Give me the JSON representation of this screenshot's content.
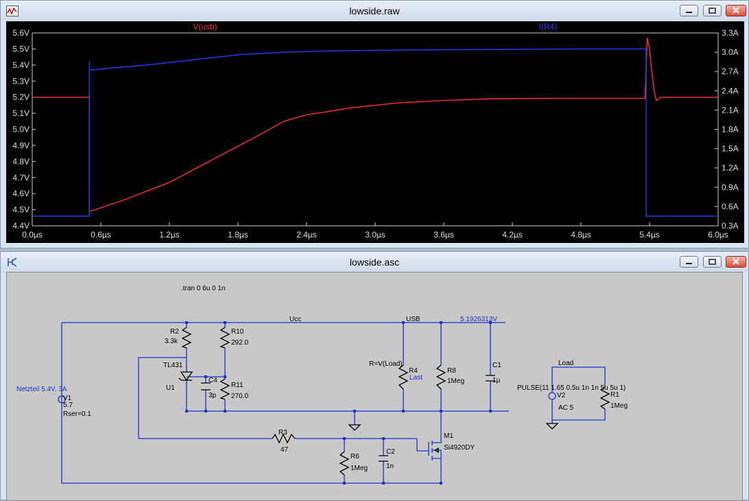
{
  "waveform_window": {
    "title": "lowside.raw",
    "traces": [
      {
        "name": "V(usb)",
        "color": "#ff3030"
      },
      {
        "name": "I(R4)",
        "color": "#2a3cff"
      }
    ],
    "left_axis_ticks": [
      "5.6V",
      "5.5V",
      "5.4V",
      "5.3V",
      "5.2V",
      "5.1V",
      "5.0V",
      "4.9V",
      "4.8V",
      "4.7V",
      "4.6V",
      "4.5V",
      "4.4V"
    ],
    "right_axis_ticks": [
      "3.3A",
      "3.0A",
      "2.7A",
      "2.4A",
      "2.1A",
      "1.8A",
      "1.5A",
      "1.2A",
      "0.9A",
      "0.6A",
      "0.3A"
    ],
    "x_axis_ticks": [
      "0.0µs",
      "0.6µs",
      "1.2µs",
      "1.8µs",
      "2.4µs",
      "3.0µs",
      "3.6µs",
      "4.2µs",
      "4.8µs",
      "5.4µs",
      "6.0µs"
    ]
  },
  "schematic_window": {
    "title": "lowside.asc",
    "directive": ".tran 0 6u 0 1n",
    "net_labels": {
      "ucc": "Ucc",
      "usb": "USB",
      "load": "Load"
    },
    "operating_point": "5.1926313V",
    "components": {
      "r2_name": "R2",
      "r2_value": "3.3k",
      "r10_name": "R10",
      "r10_value": "292.0",
      "u1_part": "TL431",
      "u1_name": "U1",
      "c4_name": "C4",
      "c4_value": "3p",
      "r11_name": "R11",
      "r11_value": "270.0",
      "r4_expr": "R=V(Load)",
      "r4_name": "R4",
      "r4_value": "Last",
      "r8_name": "R8",
      "r8_value": "1Meg",
      "c1_name": "C1",
      "c1_value": "1µ",
      "v1_label": "Netzteil 5.4V, 3A",
      "v1_name": "V1",
      "v1_value": "5.7",
      "v1_rser": "Rser=0.1",
      "r3_name": "R3",
      "r3_value": "47",
      "m1_name": "M1",
      "m1_part": "Si4920DY",
      "r6_name": "R6",
      "r6_value": "1Meg",
      "c2_name": "C2",
      "c2_value": "1n",
      "v2_pulse": "PULSE(11 1.65 0.5u 1n 1n 5u 5u 1)",
      "v2_name": "V2",
      "v2_ac": "AC 5",
      "r1_name": "R1",
      "r1_value": "1Meg"
    }
  },
  "chart_data": {
    "type": "line",
    "title": "",
    "xlabel": "",
    "xlim": [
      0,
      6.0
    ],
    "ylim_left": [
      4.4,
      5.6
    ],
    "ylim_right": [
      0.3,
      3.3
    ],
    "grid": false,
    "series": [
      {
        "name": "V(usb)",
        "axis": "left",
        "color": "#ff3030",
        "x": [
          0.0,
          0.5,
          0.5,
          0.55,
          0.8,
          1.2,
          1.6,
          2.0,
          2.2,
          2.4,
          2.8,
          3.2,
          3.6,
          4.0,
          4.4,
          4.8,
          5.2,
          5.36,
          5.38,
          5.4,
          5.42,
          5.44,
          5.46,
          5.48,
          5.5,
          5.55,
          5.6,
          6.0
        ],
        "y": [
          5.2,
          5.2,
          4.49,
          4.5,
          4.56,
          4.67,
          4.82,
          4.97,
          5.05,
          5.09,
          5.135,
          5.165,
          5.18,
          5.19,
          5.192,
          5.193,
          5.193,
          5.193,
          5.57,
          5.5,
          5.36,
          5.24,
          5.18,
          5.19,
          5.2,
          5.2,
          5.2,
          5.2
        ]
      },
      {
        "name": "I(R4)",
        "axis": "right",
        "color": "#2a3cff",
        "x": [
          0.0,
          0.5,
          0.5,
          0.5,
          0.6,
          1.0,
          1.4,
          1.8,
          2.2,
          2.6,
          3.0,
          3.6,
          4.2,
          4.8,
          5.37,
          5.37,
          5.45,
          6.0
        ],
        "y": [
          0.45,
          0.45,
          2.85,
          2.72,
          2.74,
          2.8,
          2.88,
          2.96,
          3.0,
          3.02,
          3.03,
          3.04,
          3.045,
          3.05,
          3.05,
          0.45,
          0.45,
          0.45
        ]
      }
    ]
  }
}
